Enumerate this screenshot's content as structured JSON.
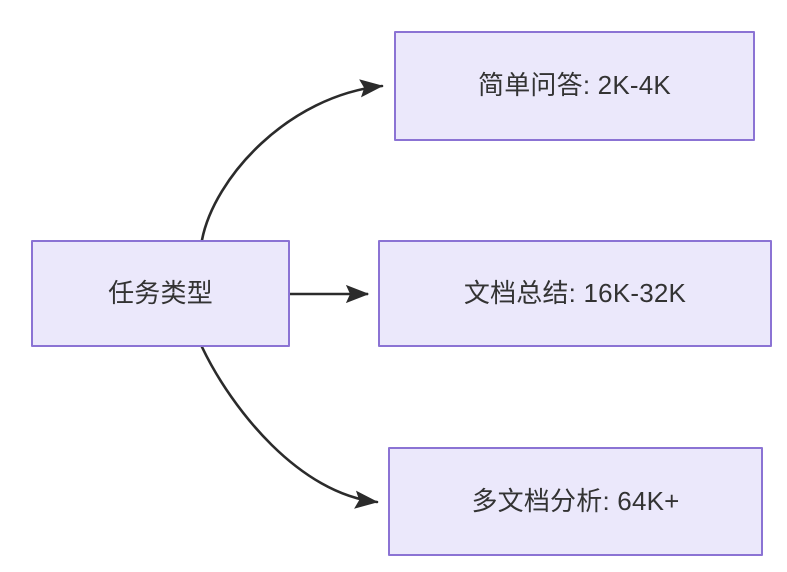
{
  "diagram": {
    "type": "flowchart",
    "direction": "left-to-right",
    "background_color": "#ffffff",
    "node_fill_color": "#ebe8fb",
    "node_border_color": "#8b73d4",
    "node_text_color": "#333333",
    "edge_color": "#2b2b2b",
    "root": {
      "id": "root",
      "label": "任务类型"
    },
    "nodes": [
      {
        "id": "simple-qa",
        "label": "简单问答: 2K-4K",
        "task": "简单问答",
        "context_range": "2K-4K"
      },
      {
        "id": "doc-sum",
        "label": "文档总结: 16K-32K",
        "task": "文档总结",
        "context_range": "16K-32K"
      },
      {
        "id": "multi-doc",
        "label": "多文档分析: 64K+",
        "task": "多文档分析",
        "context_range": "64K+"
      }
    ],
    "edges": [
      {
        "id": "edge-root-simple-qa",
        "from": "root",
        "to": "simple-qa",
        "shape": "curved",
        "label": ""
      },
      {
        "id": "edge-root-doc-sum",
        "from": "root",
        "to": "doc-sum",
        "shape": "straight",
        "label": ""
      },
      {
        "id": "edge-root-multi-doc",
        "from": "root",
        "to": "multi-doc",
        "shape": "curved",
        "label": ""
      }
    ]
  }
}
